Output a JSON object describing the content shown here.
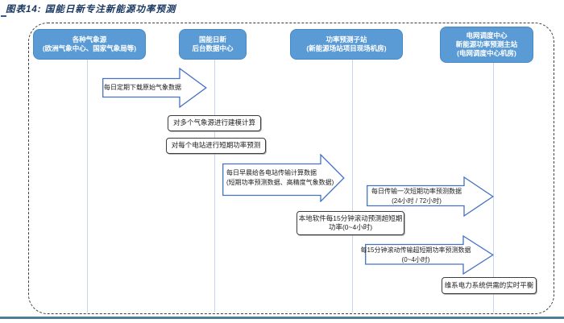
{
  "figure": {
    "title": "图表14: 国能日新专注新能源功率预测"
  },
  "colors": {
    "header_box_fill": "#5B9BD5",
    "header_text": "#FFFFFF",
    "arrow_border": "#4472C4",
    "process_box_border": "#3D3D3D",
    "lane_guide_line": "#C7D8EE",
    "frame_dashed_border": "#3F3F3F",
    "title_text": "#17355E",
    "bottom_bar": "#4E7F96"
  },
  "diagram": {
    "lanes": [
      {
        "title_lines": [
          "各种气象源",
          "(欧洲气象中心、国家气象局等)"
        ]
      },
      {
        "title_lines": [
          "国能日新",
          "后台数据中心"
        ]
      },
      {
        "title_lines": [
          "功率预测子站",
          "(新能源场站项目现场机房)"
        ]
      },
      {
        "title_lines": [
          "电网调度中心",
          "新能源功率预测主站",
          "(电网调度中心机房)"
        ]
      }
    ],
    "flow_arrows": [
      {
        "lines": [
          "每日定期下载原始气象数据"
        ]
      },
      {
        "lines": [
          "每日早晨给各电站传输计算数据",
          "(短期功率预测数据、高精度气象数据)"
        ]
      },
      {
        "lines": [
          "每日传输一次短期功率预测数据",
          "(24小时 / 72小时)"
        ]
      },
      {
        "lines": [
          "每15分钟滚动传输超短期功率预测数据",
          "(0~4小时)"
        ]
      }
    ],
    "process_boxes": [
      {
        "lines": [
          "对多个气象源进行建模计算"
        ]
      },
      {
        "lines": [
          "对每个电站进行短期功率预测"
        ]
      },
      {
        "lines": [
          "本地软件每15分钟滚动预测超短期",
          "功率(0~4小时)"
        ]
      },
      {
        "lines": [
          "维系电力系统供需的实时平衡"
        ]
      }
    ]
  }
}
